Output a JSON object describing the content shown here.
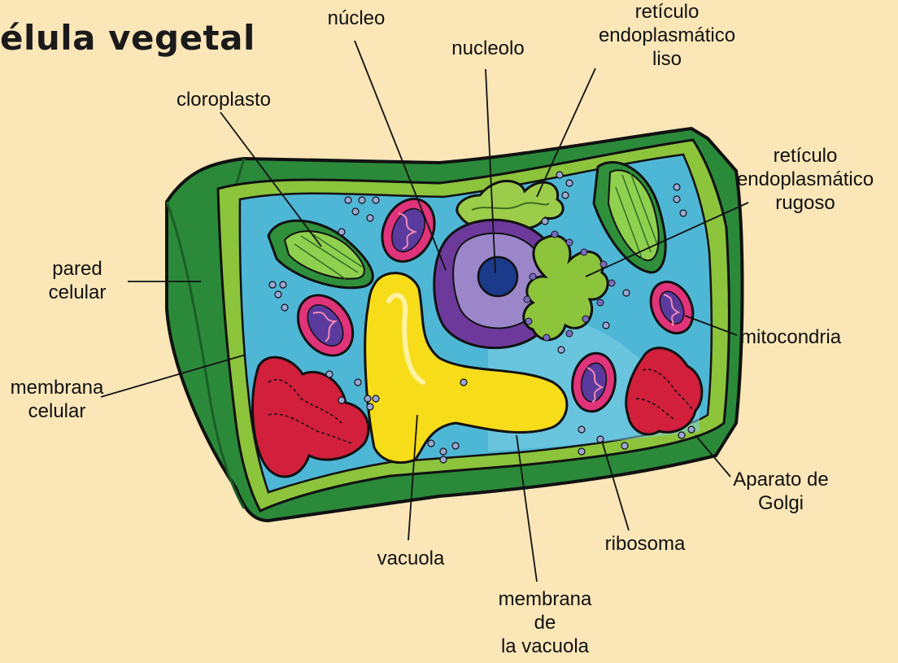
{
  "title": "élula vegetal",
  "labels": {
    "nucleo": "núcleo",
    "nucleolo": "nucleolo",
    "rel": "retículo\nendoplasmático\nliso",
    "cloroplasto": "cloroplasto",
    "rer": "retículo\nendoplasmático\nrugoso",
    "pared": "pared\ncelular",
    "mitocondria": "mitocondria",
    "membrana_celular": "membrana\ncelular",
    "golgi": "Aparato de\nGolgi",
    "ribosoma": "ribosoma",
    "vacuola": "vacuola",
    "membrana_vacuola": "membrana\nde\nla vacuola"
  },
  "colors": {
    "background": "#fbe6b8",
    "cell_wall": "#2a8a3a",
    "membrane": "#8cc43c",
    "cytoplasm": "#4fb7d6",
    "nucleus": "#6d3a9c",
    "nucleolus": "#1c3a8a",
    "vacuole": "#f7dc1a",
    "mitochondria": "#e0337a",
    "golgi": "#d21f3c",
    "chloroplast": "#7cc24a"
  }
}
